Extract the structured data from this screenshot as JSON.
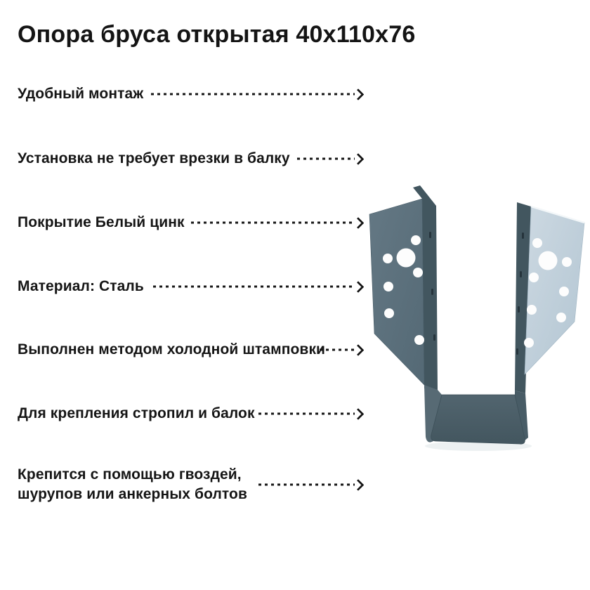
{
  "title": "Опора бруса открытая 40х110х76",
  "features": [
    {
      "label": "Удобный монтаж"
    },
    {
      "label": "Установка не требует врезки в балку"
    },
    {
      "label": "Покрытие Белый цинк"
    },
    {
      "label": "Материал: Сталь"
    },
    {
      "label": "Выполнен методом холодной штамповки"
    },
    {
      "label": "Для крепления стропил и балок"
    },
    {
      "label": "Крепится с помощью гвоздей,\nшурупов или анкерных болтов"
    }
  ],
  "product_image": {
    "name": "joist-hanger-photo",
    "alt": "Опора бруса открытая — стальной оцинкованный крепёж с отверстиями",
    "colors": {
      "left_flange": "#5d7280",
      "left_flange_dark": "#516573",
      "right_flange": "#c6d4de",
      "right_flange_shade": "#b2c5d2",
      "edge_dark": "#42565f",
      "seat": "#4e626c",
      "hole": "#fdfdfd"
    }
  },
  "text_color": "#151515",
  "arrow_color": "#161616",
  "background_color": "#ffffff"
}
